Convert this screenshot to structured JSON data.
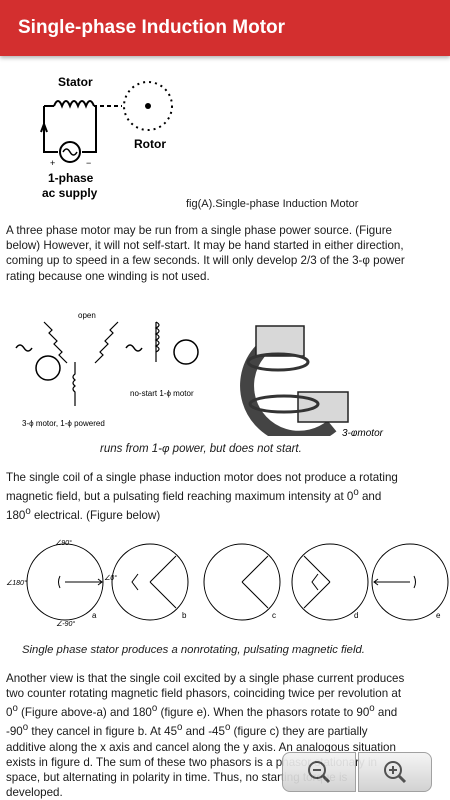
{
  "appbar": {
    "title": "Single-phase Induction Motor",
    "color": "#d32f2f"
  },
  "fig_a": {
    "stator_label": "Stator",
    "rotor_label": "Rotor",
    "supply_line1": "1-phase",
    "supply_line2": "ac supply",
    "plus": "+",
    "minus": "−",
    "caption": "fig(A).Single-phase Induction Motor"
  },
  "paragraph1": "A three phase motor may be run from a single phase power source. (Figure below) However, it will not self-start. It may be hand started in either direction, coming up to speed in a few seconds. It will only develop 2/3 of the 3-φ power rating because one winding is not used.",
  "fig_3phase": {
    "open_label": "open",
    "nostart_label": "no-start 1-ϕ motor",
    "powered_label": "3-ϕ motor, 1-ϕ powered",
    "motor_label": "3-φmotor",
    "caption": "runs from 1-φ power, but does not start."
  },
  "paragraph2": {
    "text": "The single coil of a single phase induction motor does not produce a rotating magnetic field, but a pulsating field reaching maximum intensity at 0",
    "sup1": "o",
    "mid": " and 180",
    "sup2": "o",
    "end": " electrical. (Figure below)"
  },
  "fig_phasors": {
    "angle_p90": "∠90°",
    "angle_180": "∠180°",
    "angle_0": "∠0°",
    "angle_m90": "∠-90°",
    "labels": [
      "a",
      "b",
      "c",
      "d",
      "e"
    ],
    "caption": "Single phase stator produces a nonrotating, pulsating magnetic field."
  },
  "paragraph3": {
    "line1": "Another view is that the single coil excited by a single phase current produces two counter rotating magnetic field phasors, coinciding twice per revolution at 0",
    "s1": "o",
    "line2": " (Figure above-a) and 180",
    "s2": "o",
    "line3": " (figure e). When the phasors rotate to 90",
    "s3": "o",
    "line4": " and -90",
    "s4": "o",
    "line5": " they cancel in figure b. At 45",
    "s5": "o",
    "line6": " and -45",
    "s6": "o",
    "line7": " (figure c) they are partially additive along the x axis and cancel along the y axis. An analogous situation exists in figure d. The sum of these two phasors is a phasor stationary in space, but alternating in polarity in time. Thus, no starting torque is developed."
  },
  "zoom": {
    "out_icon": "zoom-out-icon",
    "in_icon": "zoom-in-icon"
  }
}
